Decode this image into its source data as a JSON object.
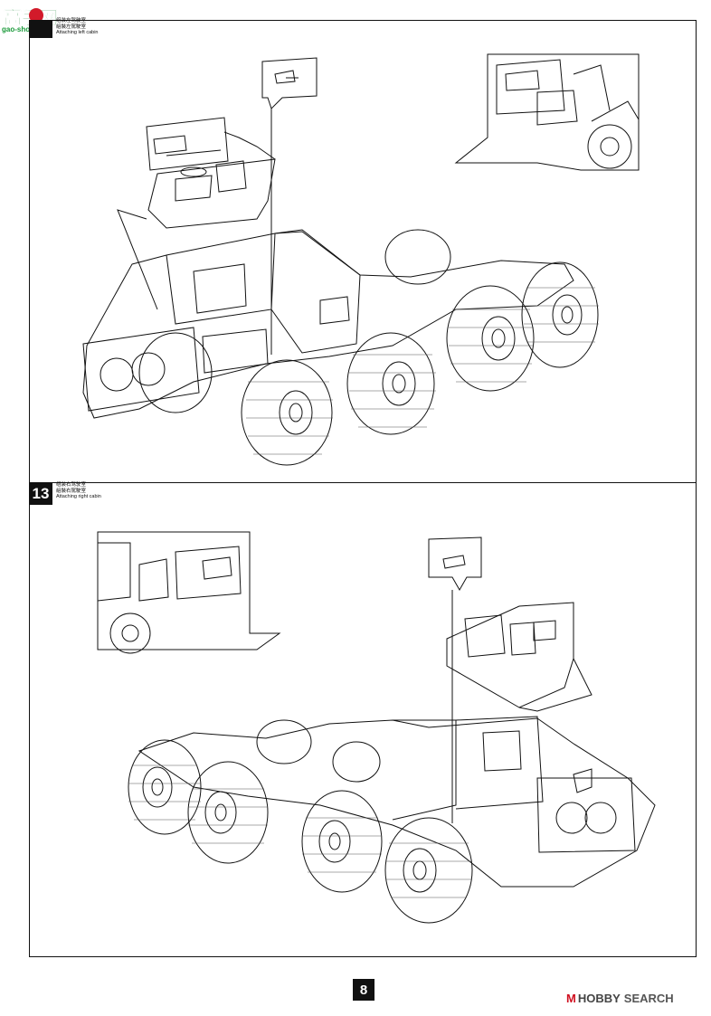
{
  "watermark": {
    "logo_text": "高手网",
    "site_text": "gao-shou.com"
  },
  "steps": [
    {
      "number": "",
      "zh_line1": "组装左驾驶室",
      "zh_line2": "組裝左駕駛室",
      "en": "Attaching left cabin"
    },
    {
      "number": "13",
      "zh_line1": "组装右驾驶室",
      "zh_line2": "組裝右駕駛室",
      "en": "Attaching right cabin"
    }
  ],
  "page_number": "8",
  "brand": {
    "mark": "M",
    "name": "HOBBY",
    "suffix": "SEARCH"
  }
}
